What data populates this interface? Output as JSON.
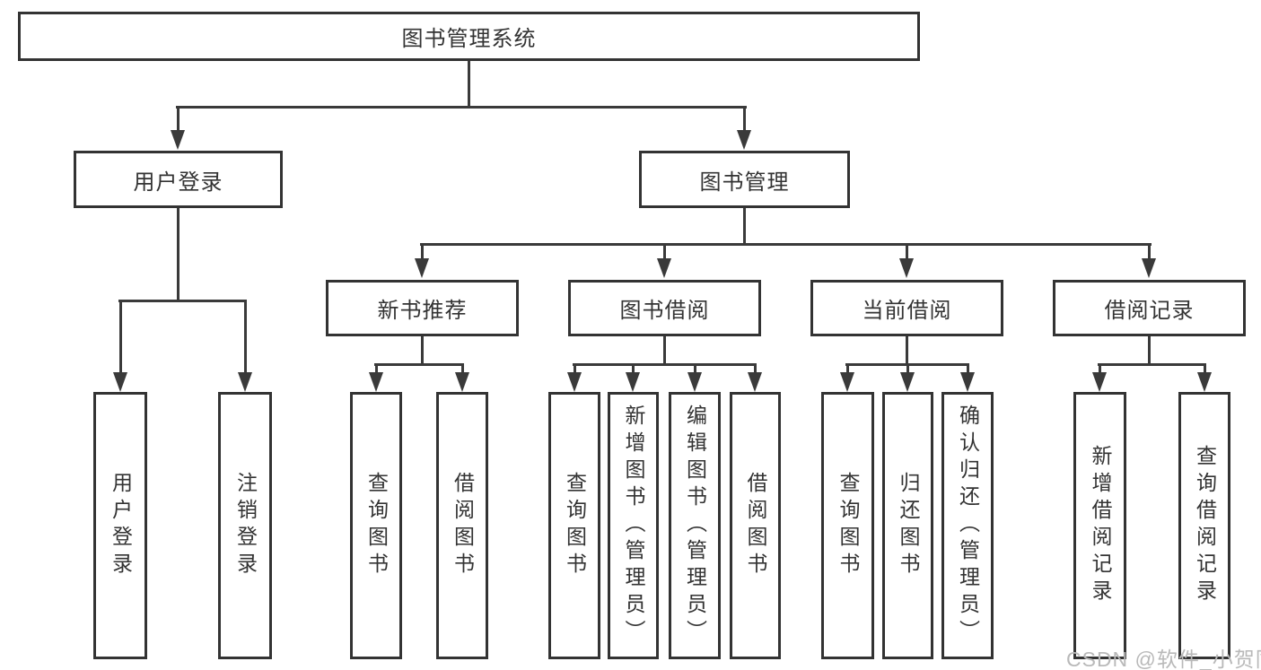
{
  "title": "图书管理系统",
  "tree": {
    "root": {
      "label": "图书管理系统"
    },
    "level2": {
      "user_login": {
        "label": "用户登录"
      },
      "book_management": {
        "label": "图书管理"
      }
    },
    "level3": {
      "new_book_recommend": {
        "label": "新书推荐"
      },
      "book_borrow": {
        "label": "图书借阅"
      },
      "current_borrow": {
        "label": "当前借阅"
      },
      "borrow_record": {
        "label": "借阅记录"
      }
    },
    "leaves": {
      "user_login": {
        "label": "用户登录"
      },
      "logout": {
        "label": "注销登录"
      },
      "recommend_query_book": {
        "label": "查询图书"
      },
      "recommend_borrow_book": {
        "label": "借阅图书"
      },
      "borrow_query_book": {
        "label": "查询图书"
      },
      "borrow_add_book_admin": {
        "label": "新增图书（管理员）"
      },
      "borrow_edit_book_admin": {
        "label": "编辑图书（管理员）"
      },
      "borrow_borrow_book": {
        "label": "借阅图书"
      },
      "current_query_book": {
        "label": "查询图书"
      },
      "current_return_book": {
        "label": "归还图书"
      },
      "current_confirm_return_admin": {
        "label": "确认归还（管理员）"
      },
      "record_add_record": {
        "label": "新增借阅记录"
      },
      "record_query_record": {
        "label": "查询借阅记录"
      }
    }
  },
  "watermark": {
    "text": "CSDN @软件_小贺同学"
  },
  "colors": {
    "line": "#3a3a3a",
    "border": "#333333",
    "text": "#333333",
    "watermark": "#b9b9b9",
    "background": "#ffffff"
  }
}
